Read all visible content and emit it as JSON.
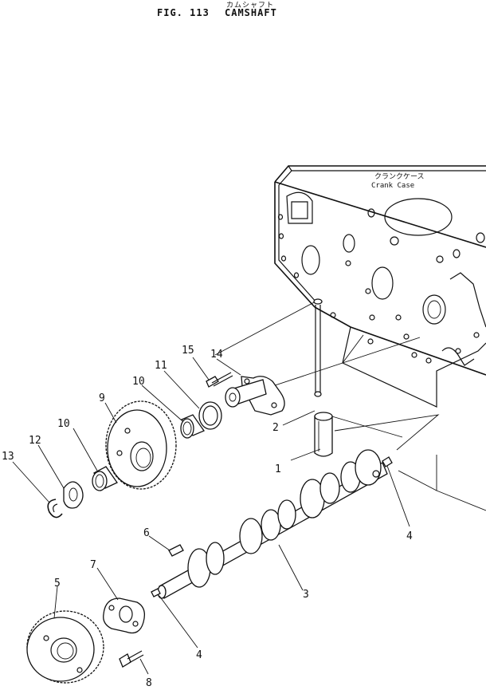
{
  "header": {
    "fig_label": "FIG. 113",
    "title": "CAMSHAFT",
    "title_jp": "カムシャフト"
  },
  "annotations": {
    "crankcase_jp": "クランクケース",
    "crankcase_en": "Crank Case"
  },
  "callouts": {
    "c1": "1",
    "c2": "2",
    "c3": "3",
    "c4a": "4",
    "c4b": "4",
    "c5": "5",
    "c6": "6",
    "c7": "7",
    "c8": "8",
    "c9": "9",
    "c10a": "10",
    "c10b": "10",
    "c11": "11",
    "c12": "12",
    "c13": "13",
    "c14": "14",
    "c15": "15"
  }
}
